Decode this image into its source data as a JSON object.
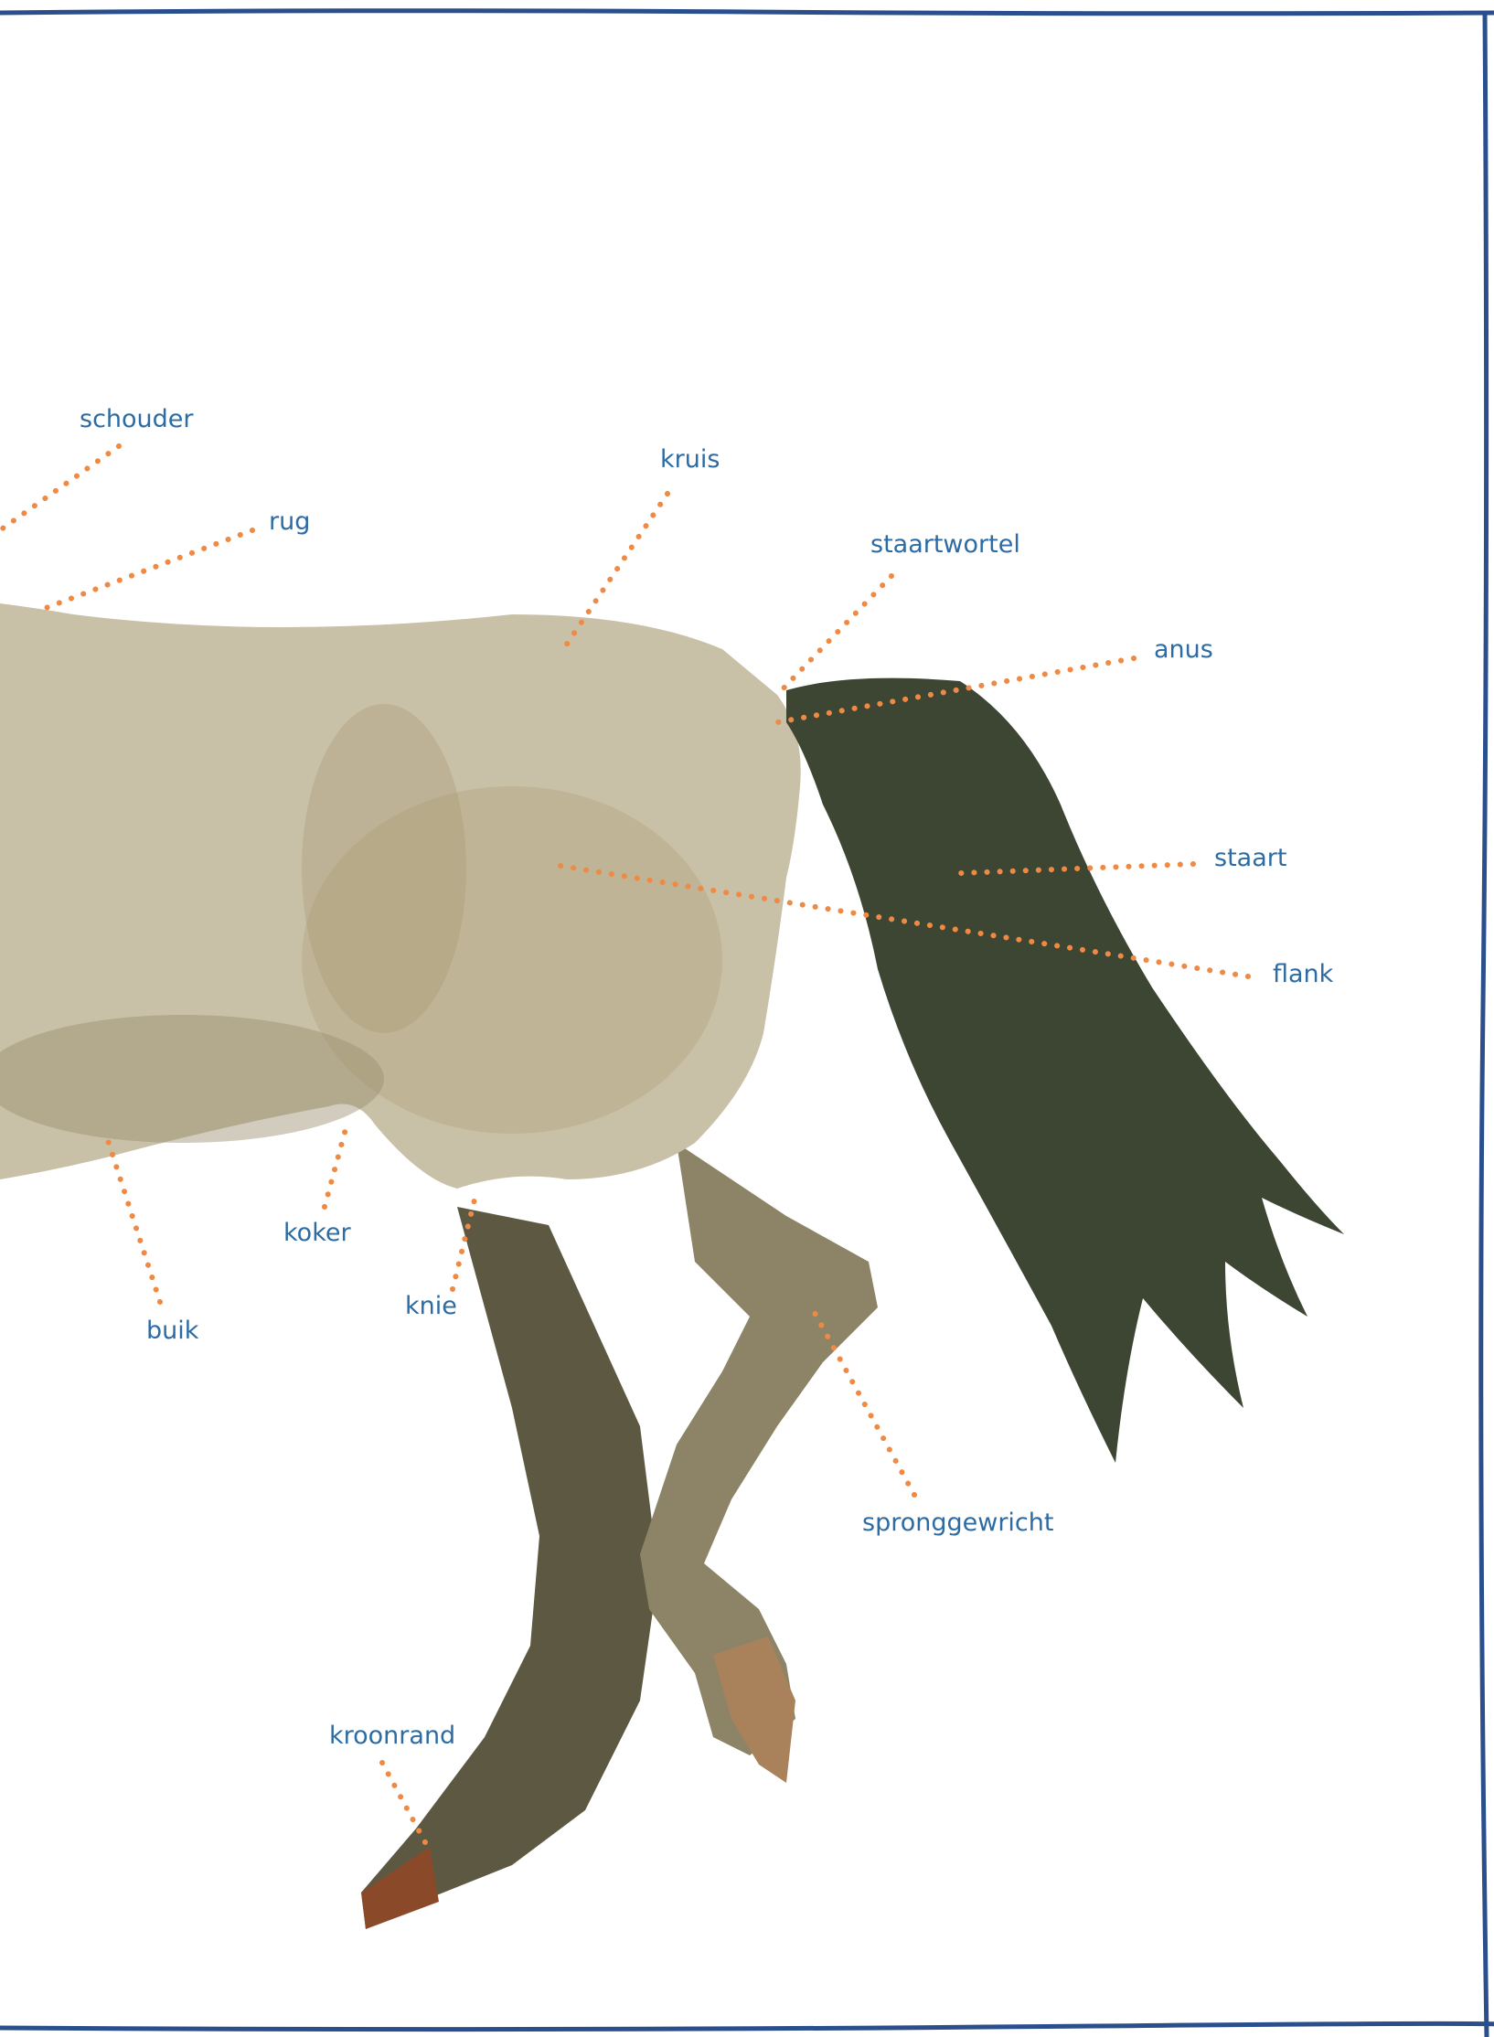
{
  "labels": {
    "schouder": "schouder",
    "rug": "rug",
    "kruis": "kruis",
    "staartwortel": "staartwortel",
    "anus": "anus",
    "staart": "staart",
    "flank": "flank",
    "koker": "koker",
    "buik": "buik",
    "knie": "knie",
    "spronggewricht": "spronggewricht",
    "kroonrand": "kroonrand"
  },
  "colors": {
    "label_text": "#2c6ba3",
    "leader_dots": "#ef8a45",
    "border": "#2b4e8c",
    "body": "#c9c0a8",
    "body_shadow": "#9a8d6c",
    "legs": "#5d5842",
    "tail": "#3c4632",
    "hoof": "#8a4a2a"
  }
}
